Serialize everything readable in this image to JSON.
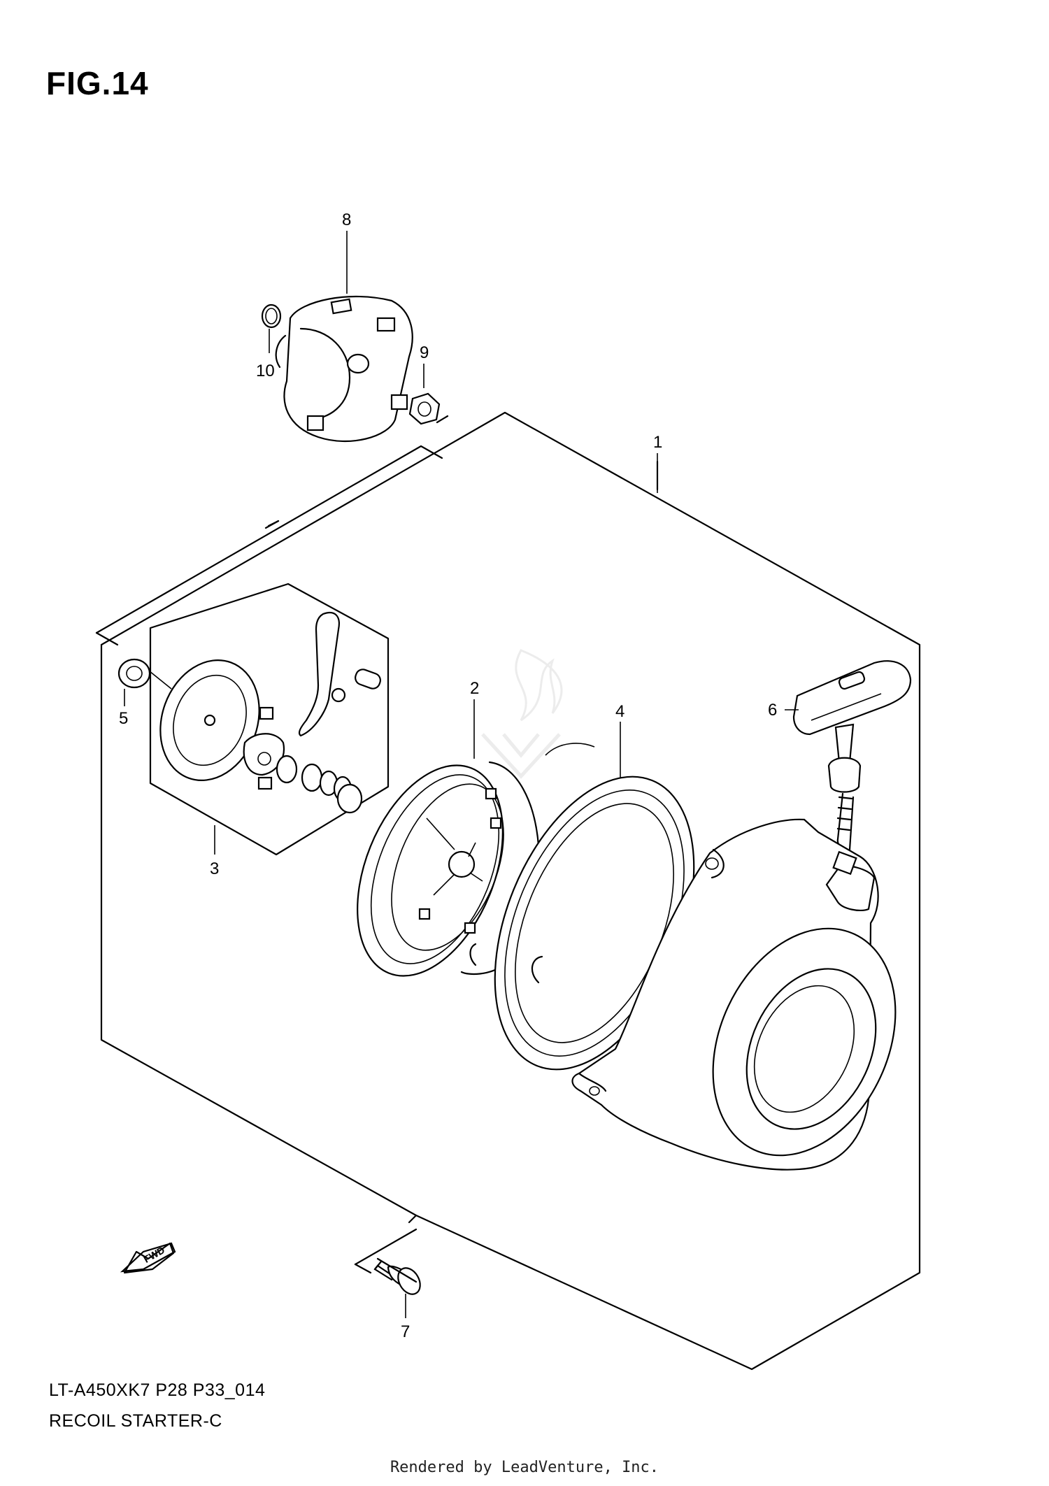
{
  "figure": {
    "title": "FIG.14"
  },
  "callouts": [
    {
      "id": "1",
      "text": "1"
    },
    {
      "id": "2",
      "text": "2"
    },
    {
      "id": "3",
      "text": "3"
    },
    {
      "id": "4",
      "text": "4"
    },
    {
      "id": "5",
      "text": "5"
    },
    {
      "id": "6",
      "text": "6"
    },
    {
      "id": "7",
      "text": "7"
    },
    {
      "id": "8",
      "text": "8"
    },
    {
      "id": "9",
      "text": "9"
    },
    {
      "id": "10",
      "text": "10"
    }
  ],
  "footer": {
    "model_code": "LT-A450XK7 P28 P33_014",
    "section_name": "RECOIL STARTER-C"
  },
  "credit": "Rendered by LeadVenture, Inc.",
  "fwd_label": "FWD",
  "colors": {
    "line": "#000000",
    "background": "#ffffff",
    "watermark": "#d0d0d0"
  }
}
